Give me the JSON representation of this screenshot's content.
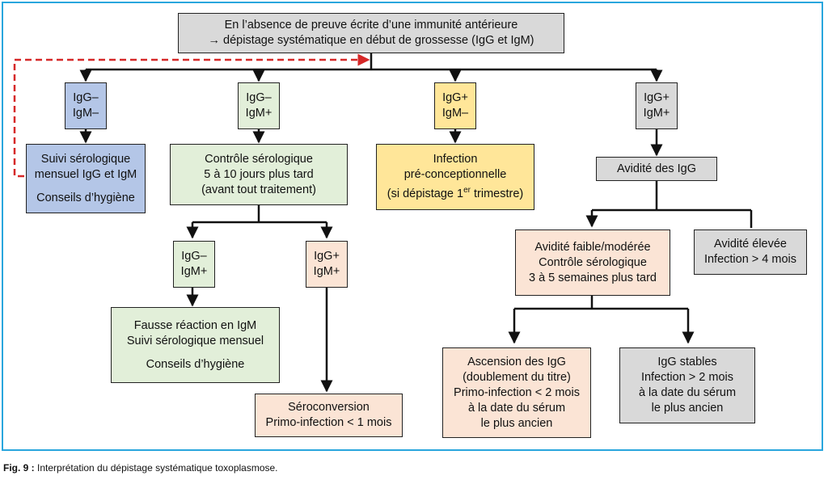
{
  "top": {
    "line1": "En l’absence de preuve écrite d’une immunité antérieure",
    "line2": "→ dépistage systématique en début de grossesse (IgG et IgM)"
  },
  "c1": {
    "status": [
      "IgG–",
      "IgM–"
    ],
    "result": [
      "Suivi sérologique",
      "mensuel IgG et IgM",
      "Conseils d’hygiène"
    ]
  },
  "c2": {
    "status": [
      "IgG–",
      "IgM+"
    ],
    "result": [
      "Contrôle sérologique",
      "5 à 10 jours plus tard",
      "(avant tout traitement)"
    ],
    "a": {
      "status": [
        "IgG–",
        "IgM+"
      ],
      "result": [
        "Fausse réaction en IgM",
        "Suivi sérologique mensuel",
        "Conseils d’hygiène"
      ]
    },
    "b": {
      "status": [
        "IgG+",
        "IgM+"
      ],
      "result": [
        "Séroconversion",
        "Primo-infection < 1 mois"
      ]
    }
  },
  "c3": {
    "status": [
      "IgG+",
      "IgM–"
    ],
    "result": [
      "Infection",
      "pré-conceptionnelle",
      "(si dépistage 1",
      "er",
      " trimestre)"
    ]
  },
  "c4": {
    "status": [
      "IgG+",
      "IgM+"
    ],
    "avidity": "Avidité des IgG",
    "low": [
      "Avidité faible/modérée",
      "Contrôle sérologique",
      "3 à 5 semaines plus tard"
    ],
    "high": [
      "Avidité élevée",
      "Infection > 4 mois"
    ],
    "rise": [
      "Ascension des IgG",
      "(doublement du titre)",
      "Primo-infection < 2 mois",
      "à la date du sérum",
      "le plus ancien"
    ],
    "stable": [
      "IgG stables",
      "Infection > 2 mois",
      "à la date du sérum",
      "le plus ancien"
    ]
  },
  "caption": {
    "label": "Fig. 9 :",
    "text": " Interprétation du dépistage systématique toxoplasmose."
  },
  "colors": {
    "frame": "#29a6dd",
    "gray": "#d9d9d9",
    "blue": "#b4c6e7",
    "green": "#e2efd9",
    "yellow": "#ffe699",
    "peach": "#fbe4d5",
    "feedback_arrow": "#d62828"
  }
}
